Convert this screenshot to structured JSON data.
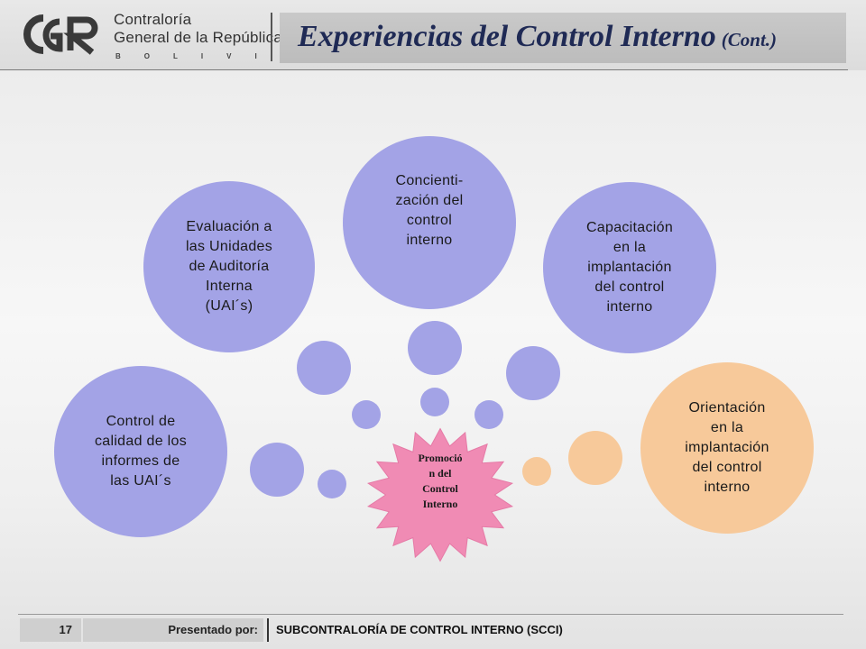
{
  "header": {
    "logo_line1": "Contraloría",
    "logo_line2": "General de la República",
    "logo_country": "BOLIVIA",
    "title": "Experiencias del Control Interno",
    "title_suffix": "(Cont.)"
  },
  "diagram": {
    "center_label": "Promoción del Control Interno",
    "center_label_lines": [
      "Promoció",
      "n del",
      "Control",
      "Interno"
    ],
    "nodes": [
      {
        "lines": [
          "Control de",
          "calidad de los",
          "informes de",
          "las UAI´s"
        ]
      },
      {
        "lines": [
          "Evaluación a",
          "las Unidades",
          "de Auditoría",
          "Interna",
          "(UAI´s)"
        ]
      },
      {
        "lines": [
          "Concienti-",
          "zación del",
          "control",
          "interno"
        ]
      },
      {
        "lines": [
          "Capacitación",
          "en la",
          "implantación",
          "del control",
          "interno"
        ]
      },
      {
        "lines": [
          "Orientación",
          "en la",
          "implantación",
          "del control",
          "interno"
        ]
      }
    ],
    "colors": {
      "purple": "#a3a3e6",
      "orange": "#f7c99a",
      "star": "#f08bb4"
    }
  },
  "footer": {
    "page_number": "17",
    "presented_label": "Presentado por:",
    "organization": "SUBCONTRALORÍA DE CONTROL INTERNO (SCCI)"
  }
}
